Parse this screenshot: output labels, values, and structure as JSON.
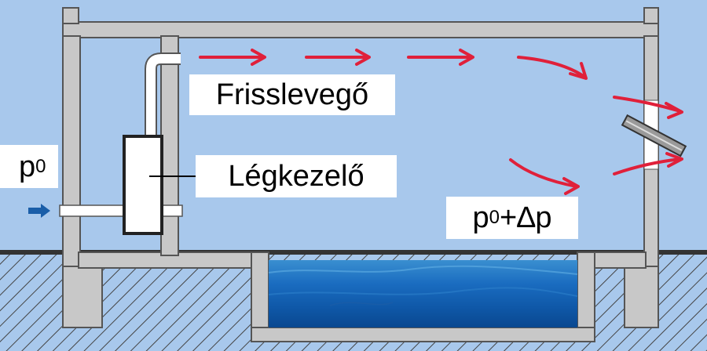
{
  "labels": {
    "fresh_air": "Frisslevegő",
    "air_handler": "Légkezelő",
    "outside_pressure_base": "p",
    "outside_pressure_sub": "0",
    "inside_pressure_base": "p",
    "inside_pressure_sub": "0",
    "inside_pressure_suffix": "+∆p"
  },
  "colors": {
    "sky": "#a8c8ec",
    "wall": "#c8c8c8",
    "wall_outline": "#555555",
    "ground_line": "#333333",
    "hatch": "#444444",
    "arrow_red": "#e0203a",
    "arrow_blue": "#1a5ea8",
    "pool_top": "#2d86c8",
    "pool_mid": "#1464b4",
    "pool_deep": "#0a4c94"
  },
  "icons": {
    "flow_arrow": "red-flow-arrow-icon",
    "inlet_arrow": "blue-arrow-icon"
  }
}
